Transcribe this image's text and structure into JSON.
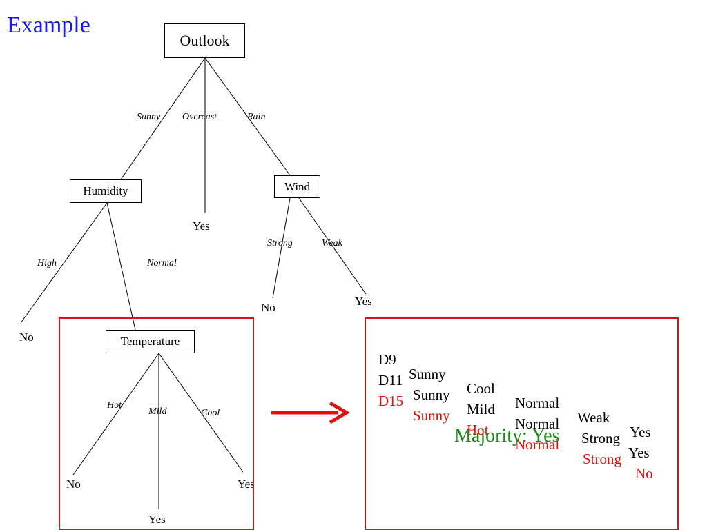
{
  "title": "Example",
  "tree": {
    "root": "Outlook",
    "root_branches": [
      "Sunny",
      "Overcast",
      "Rain"
    ],
    "humidity": "Humidity",
    "humidity_branches": [
      "High",
      "Normal"
    ],
    "overcast_leaf": "Yes",
    "wind": "Wind",
    "wind_branches": [
      "Strong",
      "Weak"
    ],
    "wind_leaves": [
      "No",
      "Yes"
    ],
    "high_leaf": "No",
    "temperature": "Temperature",
    "temperature_branches": [
      "Hot",
      "Mild",
      "Cool"
    ],
    "temperature_leaves": [
      "No",
      "Yes",
      "Yes"
    ]
  },
  "table": {
    "rows": [
      {
        "id": "D9",
        "outlook": "Sunny",
        "temp": "Cool",
        "humidity": "Normal",
        "wind": "Weak",
        "label": "Yes"
      },
      {
        "id": "D11",
        "outlook": "Sunny",
        "temp": "Mild",
        "humidity": "Normal",
        "wind": "Strong",
        "label": "Yes"
      },
      {
        "id": "D15",
        "outlook": "Sunny",
        "temp": "Hot",
        "humidity": "Normal",
        "wind": "Strong",
        "label": "No"
      }
    ],
    "highlight_color": "#e01010"
  },
  "majority": "Majority: Yes",
  "colors": {
    "title": "#1a1ae6",
    "box": "#e01010",
    "arrow": "#e01010",
    "majority": "#1a8a1a"
  }
}
